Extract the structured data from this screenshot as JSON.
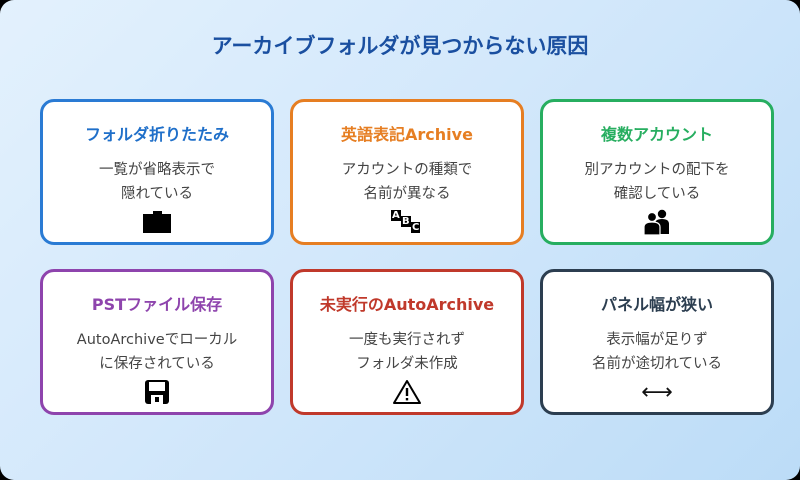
{
  "title": "アーカイブフォルダが見つからない原因",
  "colors": {
    "title": "#1a4fa0",
    "card1": "#2a7bd4",
    "card2": "#e67e22",
    "card3": "#27ae60",
    "card4": "#8e44ad",
    "card5": "#c0392b",
    "card6": "#2c3e50"
  },
  "cards": [
    {
      "title": "フォルダ折りたたみ",
      "line1": "一覧が省略表示で",
      "line2": "隠れている",
      "icon": "folder-icon"
    },
    {
      "title": "英語表記Archive",
      "line1": "アカウントの種類で",
      "line2": "名前が異なる",
      "icon": "abc-icon",
      "icon_letters": [
        "A",
        "B",
        "C"
      ]
    },
    {
      "title": "複数アカウント",
      "line1": "別アカウントの配下を",
      "line2": "確認している",
      "icon": "users-icon"
    },
    {
      "title": "PSTファイル保存",
      "line1": "AutoArchiveでローカル",
      "line2": "に保存されている",
      "icon": "floppy-disk-icon"
    },
    {
      "title": "未実行のAutoArchive",
      "line1": "一度も実行されず",
      "line2": "フォルダ未作成",
      "icon": "warning-icon"
    },
    {
      "title": "パネル幅が狭い",
      "line1": "表示幅が足りず",
      "line2": "名前が途切れている",
      "icon": "left-right-arrow-icon",
      "icon_glyph": "⟷"
    }
  ]
}
